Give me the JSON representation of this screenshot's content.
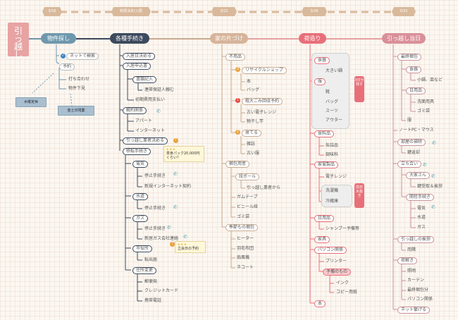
{
  "title": [
    "引",
    "っ",
    "越",
    "し"
  ],
  "timeline": [
    "3/16",
    "新居決定/入居",
    "3/22",
    "3/26",
    "3/31"
  ],
  "columns": [
    {
      "label": "物件探し",
      "color": "#6f98ad"
    },
    {
      "label": "各種手続き",
      "color": "#3d4a5e"
    },
    {
      "label": "家の片づけ",
      "color": "#d6b49a"
    },
    {
      "label": "荷造り",
      "color": "#e86f79"
    },
    {
      "label": "引っ越し当日",
      "color": "#d98f99"
    }
  ],
  "col1": {
    "net": "ネットで検索",
    "yoyaku": "予約",
    "uchiawase": "打ち合わせ",
    "naiken": "物件下見",
    "box1": "水曜定休",
    "box2": "金土日残業"
  },
  "col2": {
    "nyukyobi": "入居日決める",
    "moushikomi": "入居申込書",
    "shorui": "書類記入",
    "hoshou": "連帯保証人頼む",
    "shoki": "初期費用支払い",
    "kaiyaku": "解約関係",
    "apart": "アパート",
    "internet": "インターネット",
    "gyosha": "引っ越し業者決める",
    "tenkyo": "移転手続き",
    "denki": "電気",
    "teishi1": "停止手続き",
    "shinki_net": "新規インターネット契約",
    "suido": "水道",
    "teishi2": "停止手続き",
    "gas": "ガス",
    "teishi3": "停止手続き",
    "shingas": "新居ガス会社連絡",
    "shiyakusho": "市役所",
    "tenshutsu": "転出届",
    "jusho": "住所変更",
    "yubin": "郵便局",
    "credit": "クレジットカード",
    "keitai": "携帯電話",
    "note1_stars": "★★★",
    "note1": "単身パック20,000円 くらい？",
    "note2_stars": "★★★",
    "note2": "立会日の予約"
  },
  "col3": {
    "fuyouhin": "不用品",
    "recycle": "リサイクルショップ",
    "hon": "本",
    "bag": "バッグ",
    "sodai": "粗大ごみ回収予約",
    "denshi": "古い電子レンジ",
    "monohoshi": "物干し竿",
    "suteru": "捨てる",
    "zasshi": "雑誌",
    "furufuku": "古い服",
    "konpou": "梱包用意",
    "danboru": "段ボール",
    "gyoshakara": "引っ越し業者から",
    "gamu": "ガムテープ",
    "vinyl": "ビニール紐",
    "gomibukuro": "ゴミ袋",
    "tsuujou": "季節もの梱包",
    "heater": "ヒーター",
    "futon": "羽毛布団",
    "senpuki": "扇風機",
    "neko": "ネコート",
    "n1": "1",
    "n2": "2",
    "n3": "3"
  },
  "col4": {
    "shokki": "食器",
    "ookii": "大きい鍋",
    "fuku": "服",
    "kutsu": "靴",
    "bag": "バッグ",
    "suit": "スーツ",
    "outer": "アウター",
    "tag1": "3日分残す",
    "shokuryo": "食料品",
    "kanzume": "缶詰品",
    "chomi": "調味料",
    "kaden": "家電製品",
    "renji": "電子レンジ",
    "sentaku": "洗濯機",
    "reizoko": "冷蔵庫",
    "tag2": "前日水抜き",
    "nichiyo": "日用品",
    "shampoo": "シャンプー予備等",
    "kagu": "家具",
    "pc": "パソコン関係",
    "printer": "プリンター",
    "yobi": "予備のもの",
    "ink": "インク",
    "copy": "コピー用紙",
    "hon": "本"
  },
  "col5": {
    "saishu": "最終梱包",
    "shokki": "食器",
    "kozara": "小鍋、皿など",
    "nichiyo": "日用品",
    "sentaku": "洗面用具",
    "gomi": "ゴミ袋",
    "fuku": "服",
    "note_pc": "ノートPC・マウス",
    "souji": "部屋の掃除",
    "kagi": "鍵返却",
    "tachiai": "立ち合い",
    "ooya": "大家さん",
    "kagiuke": "鍵受取＆挨拶",
    "kaisen": "開栓手続き",
    "denki": "電気",
    "suido": "水道",
    "gas": "ガス",
    "hikkoshi": "引っ越しの挨拶",
    "ryoshin": "両隣",
    "nihodoki": "荷解き",
    "shoumei": "照明",
    "curtain": "カーテン",
    "saishu2": "最終梱包分",
    "pc": "パソコン関係",
    "net": "ネット繋げる"
  }
}
